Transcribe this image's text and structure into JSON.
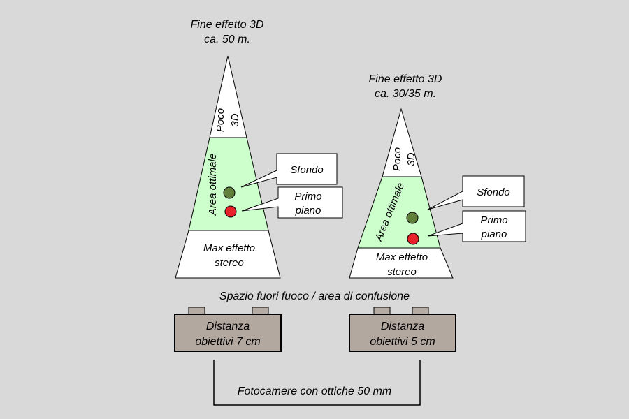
{
  "colors": {
    "background": "#d9d9d9",
    "optimal_area": "#ccffcc",
    "white_zone": "#ffffff",
    "background_dot": "#5f7f3a",
    "foreground_dot": "#e8202a",
    "camera_body": "#b3a8a0",
    "camera_button": "#b7aca4",
    "outline": "#000000"
  },
  "left_cone": {
    "caption": {
      "line1": "Fine effetto 3D",
      "line2": "ca. 50 m."
    },
    "top_zone": {
      "line1": "Poco",
      "line2": "3D"
    },
    "middle_zone": "Area ottimale",
    "bottom_zone": {
      "line1": "Max effetto",
      "line2": "stereo"
    },
    "callout_background": "Sfondo",
    "callout_foreground": {
      "line1": "Primo",
      "line2": "piano"
    }
  },
  "right_cone": {
    "caption": {
      "line1": "Fine effetto 3D",
      "line2": "ca. 30/35 m."
    },
    "top_zone": {
      "line1": "Poco",
      "line2": "3D"
    },
    "middle_zone": "Area ottimale",
    "bottom_zone": {
      "line1": "Max effetto",
      "line2": "stereo"
    },
    "callout_background": "Sfondo",
    "callout_foreground": {
      "line1": "Primo",
      "line2": "piano"
    }
  },
  "out_of_focus_label": "Spazio fuori fuoco / area di confusione",
  "left_camera": {
    "line1": "Distanza",
    "line2": "obiettivi 7 cm"
  },
  "right_camera": {
    "line1": "Distanza",
    "line2": "obiettivi 5 cm"
  },
  "bracket_label": "Fotocamere con ottiche 50 mm"
}
